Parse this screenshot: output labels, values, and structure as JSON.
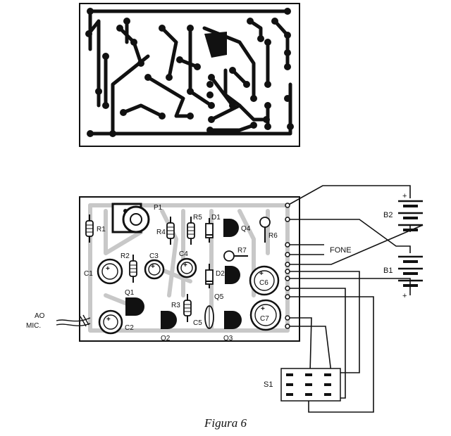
{
  "components": {
    "R1": "R1",
    "R2": "R2",
    "R3": "R3",
    "R4": "R4",
    "R5": "R5",
    "R6": "R6",
    "R7": "R7",
    "P1": "P1",
    "D1": "D1",
    "D2": "D2",
    "C1": "C1",
    "C2": "C2",
    "C3": "C3",
    "C4": "C4",
    "C5": "C5",
    "C6": "C6",
    "C7": "C7",
    "Q1": "Q1",
    "Q2": "Q2",
    "Q3": "Q3",
    "Q4": "Q4",
    "Q5": "Q5",
    "B1": "B1",
    "B2": "B2",
    "S1": "S1"
  },
  "labels": {
    "fone": "FONE",
    "mic_line1": "AO",
    "mic_line2": "MIC.",
    "plus": "+"
  },
  "caption": "Figura 6"
}
